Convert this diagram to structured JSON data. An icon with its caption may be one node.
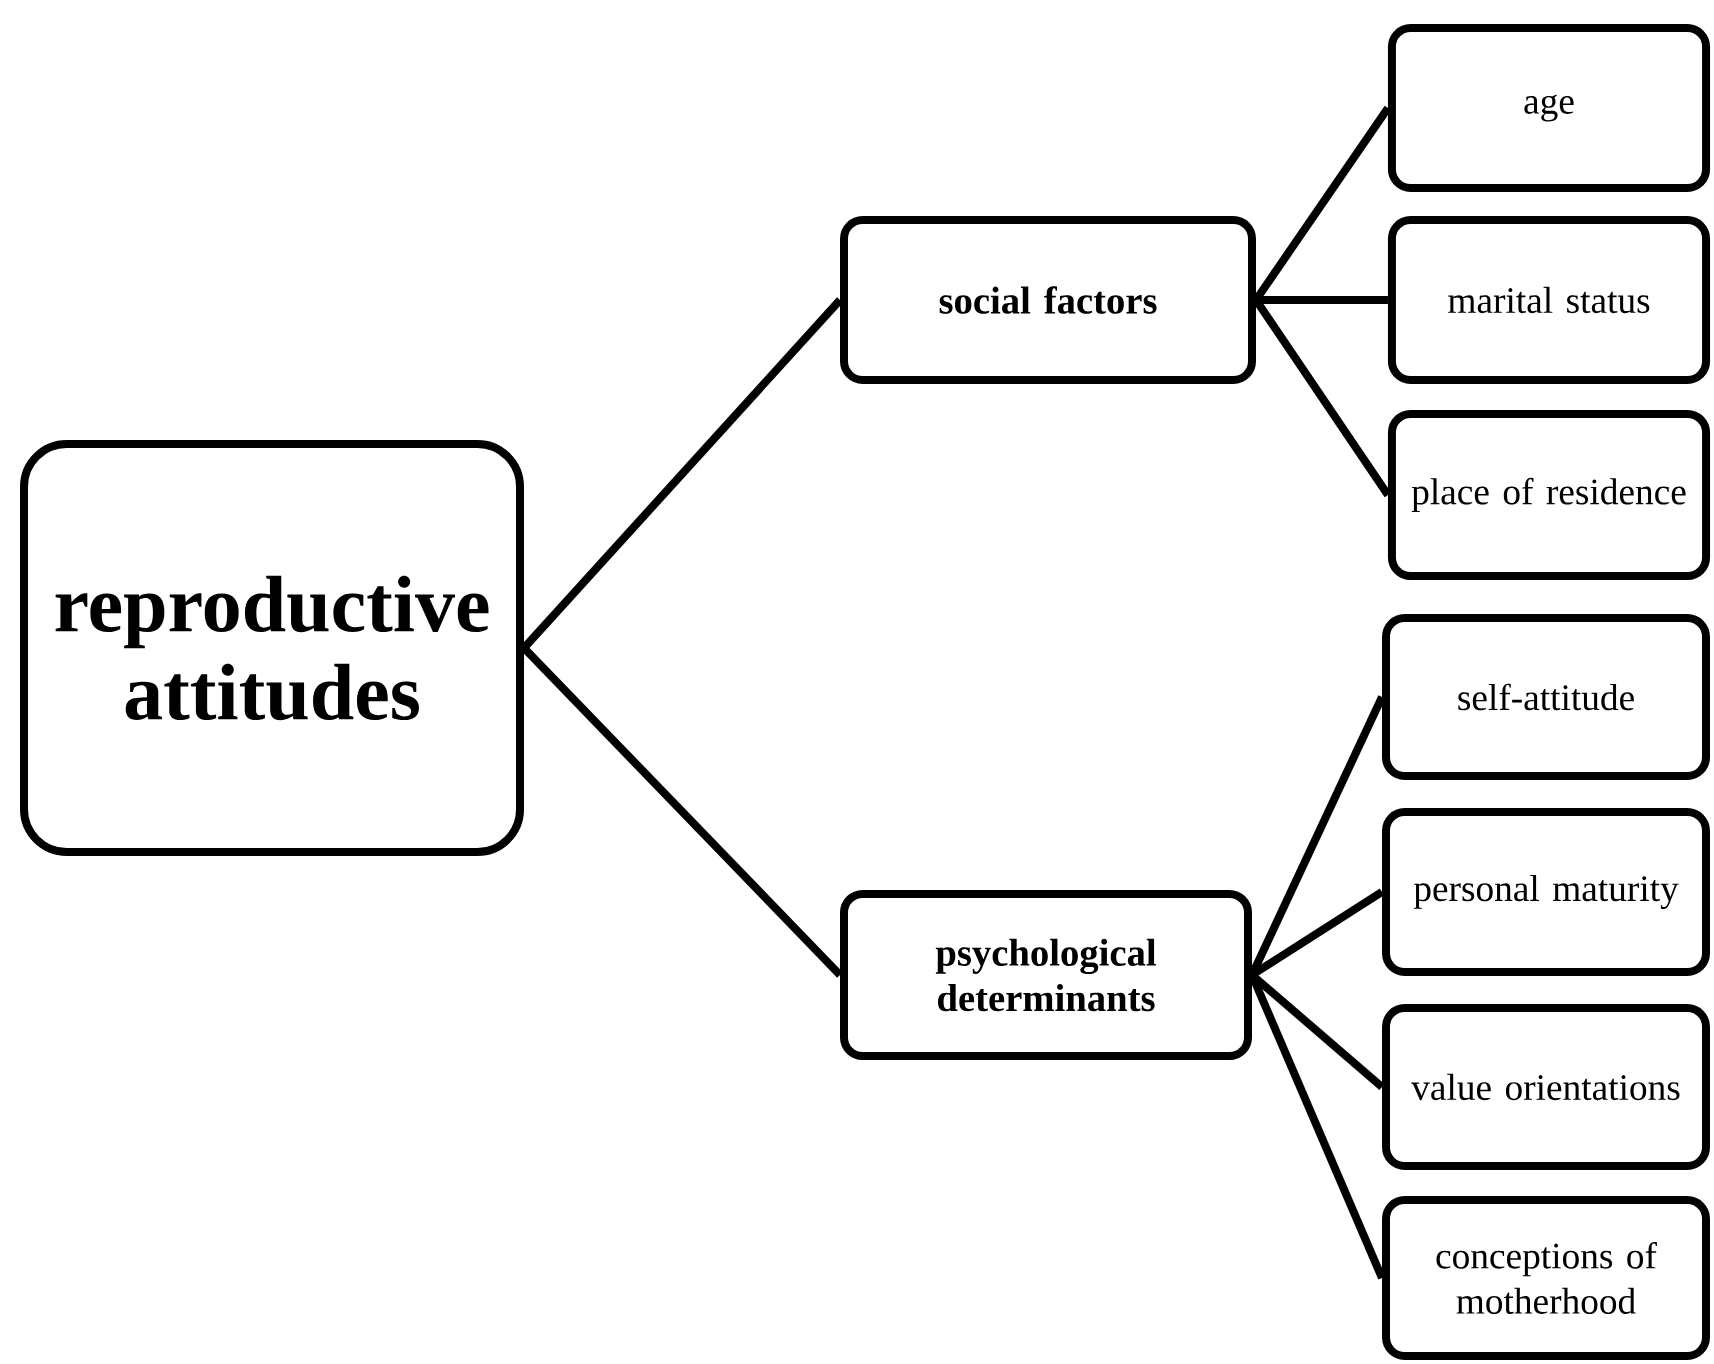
{
  "diagram": {
    "nodes": [
      {
        "text": [
          "reproductive attitudes"
        ]
      },
      {
        "text": [
          "social factors"
        ]
      },
      {
        "text": [
          "psychological determinants"
        ]
      },
      {
        "text": [
          "age"
        ]
      },
      {
        "text": [
          "marital status"
        ]
      },
      {
        "text": [
          "place of residence"
        ]
      },
      {
        "text": [
          "self-attitude"
        ]
      },
      {
        "text": [
          "personal maturity"
        ]
      },
      {
        "text": [
          "value orientations"
        ]
      },
      {
        "text": [
          "conceptions of motherhood"
        ]
      }
    ],
    "edges": [
      {
        "from": 0,
        "to": 1,
        "arrow": "none"
      },
      {
        "from": 0,
        "to": 2,
        "arrow": "none"
      },
      {
        "from": 1,
        "to": 3,
        "arrow": "none"
      },
      {
        "from": 1,
        "to": 4,
        "arrow": "none"
      },
      {
        "from": 1,
        "to": 5,
        "arrow": "none"
      },
      {
        "from": 2,
        "to": 6,
        "arrow": "none"
      },
      {
        "from": 2,
        "to": 7,
        "arrow": "none"
      },
      {
        "from": 2,
        "to": 8,
        "arrow": "none"
      },
      {
        "from": 2,
        "to": 9,
        "arrow": "none"
      }
    ]
  }
}
